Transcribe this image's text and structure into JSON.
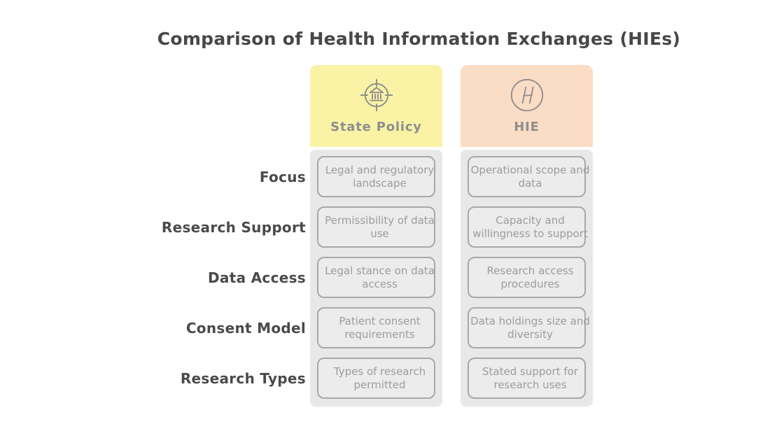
{
  "title": "Comparison of Health Information Exchanges (HIEs)",
  "columns": [
    {
      "id": "state_policy",
      "label": "State Policy",
      "icon": "government-target-icon",
      "header_color": "#FAF3A6"
    },
    {
      "id": "hie",
      "label": "HIE",
      "icon": "letter-h-circle-icon",
      "header_color": "#FBDCC4"
    }
  ],
  "rows": [
    {
      "label": "Focus",
      "state_policy": "Legal and regulatory landscape",
      "hie": "Operational scope and data"
    },
    {
      "label": "Research Support",
      "state_policy": "Permissibility of data use",
      "hie": "Capacity and willingness to support"
    },
    {
      "label": "Data Access",
      "state_policy": "Legal stance on data access",
      "hie": "Research access procedures"
    },
    {
      "label": "Consent Model",
      "state_policy": "Patient consent requirements",
      "hie": "Data holdings size and diversity"
    },
    {
      "label": "Research Types",
      "state_policy": "Types of research permitted",
      "hie": "Stated support for research uses"
    }
  ],
  "colors": {
    "column_body": "#E8E8E8",
    "cell_fill": "#ECECEC",
    "cell_border": "#A8A8A8",
    "cell_text": "#9C9C9C",
    "header_label": "#8E8E8E",
    "icon_stroke": "#8E8E8E",
    "row_label": "#4A4A4A",
    "title_text": "#474747"
  }
}
